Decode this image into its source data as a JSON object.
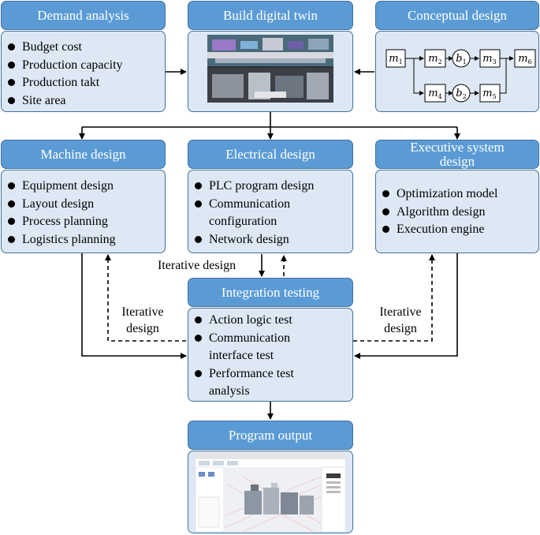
{
  "demand": {
    "title": "Demand analysis",
    "items": [
      "Budget cost",
      "Production capacity",
      "Production takt",
      "Site area"
    ]
  },
  "twin": {
    "title": "Build  digital twin"
  },
  "concept": {
    "title": "Conceptual design",
    "nodes": {
      "m1": {
        "base": "m",
        "sub": "1"
      },
      "m2": {
        "base": "m",
        "sub": "2"
      },
      "b1": {
        "base": "b",
        "sub": "1"
      },
      "m3": {
        "base": "m",
        "sub": "3"
      },
      "m6": {
        "base": "m",
        "sub": "6"
      },
      "m4": {
        "base": "m",
        "sub": "4"
      },
      "b2": {
        "base": "b",
        "sub": "2"
      },
      "m5": {
        "base": "m",
        "sub": "5"
      }
    }
  },
  "machine": {
    "title": "Machine design",
    "items": [
      "Equipment design",
      "Layout design",
      "Process planning",
      "Logistics planning"
    ]
  },
  "electrical": {
    "title": "Electrical design",
    "items": [
      "PLC program design",
      "Communication configuration",
      "Network design"
    ]
  },
  "executive": {
    "title": "Executive system design",
    "items": [
      "Optimization model",
      "Algorithm design",
      "Execution engine"
    ]
  },
  "testing": {
    "title": "Integration testing",
    "items": [
      "Action logic test",
      "Communication interface test",
      "Performance test analysis"
    ]
  },
  "output": {
    "title": "Program output"
  },
  "labels": {
    "iter_top": "Iterative design",
    "iter_left": "Iterative design",
    "iter_right": "Iterative design"
  }
}
